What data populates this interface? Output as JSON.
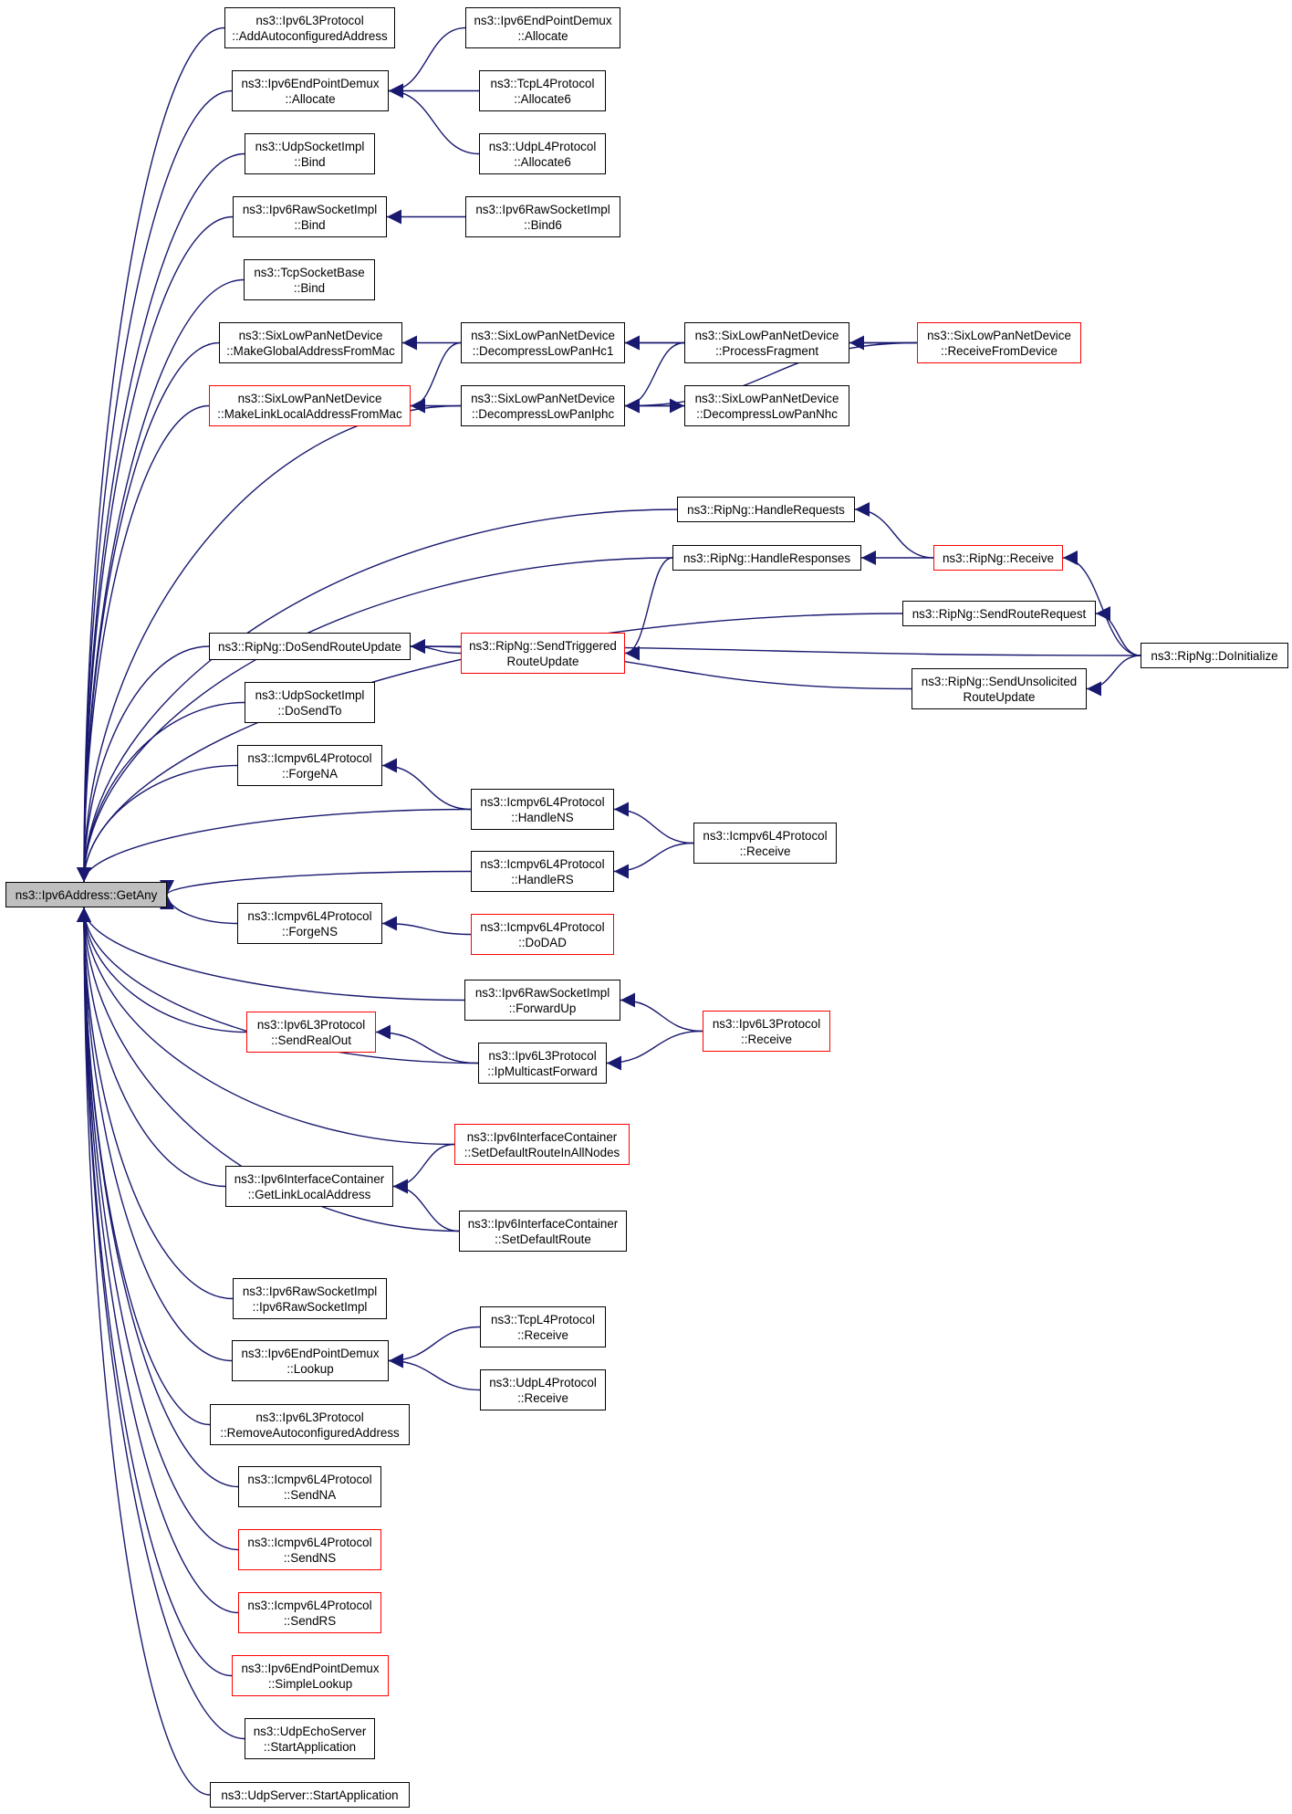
{
  "diagram": {
    "type": "doxygen-caller-graph",
    "colors": {
      "edge": "#191970",
      "node_border": "#000000",
      "node_border_incomplete": "#ff0000",
      "root_fill": "#bfbfbf"
    },
    "nodes": {
      "getany": {
        "lines": [
          "ns3::Ipv6Address::GetAny"
        ],
        "style": "root"
      },
      "l3_addauto": {
        "lines": [
          "ns3::Ipv6L3Protocol",
          "::AddAutoconfiguredAddress"
        ],
        "style": "normal"
      },
      "epd_alloc": {
        "lines": [
          "ns3::Ipv6EndPointDemux",
          "::Allocate"
        ],
        "style": "normal"
      },
      "udpsock_bind": {
        "lines": [
          "ns3::UdpSocketImpl",
          "::Bind"
        ],
        "style": "normal"
      },
      "raw_bind": {
        "lines": [
          "ns3::Ipv6RawSocketImpl",
          "::Bind"
        ],
        "style": "normal"
      },
      "tcpsock_bind": {
        "lines": [
          "ns3::TcpSocketBase",
          "::Bind"
        ],
        "style": "normal"
      },
      "slp_mkglobal": {
        "lines": [
          "ns3::SixLowPanNetDevice",
          "::MakeGlobalAddressFromMac"
        ],
        "style": "normal"
      },
      "slp_mklink": {
        "lines": [
          "ns3::SixLowPanNetDevice",
          "::MakeLinkLocalAddressFromMac"
        ],
        "style": "incomplete"
      },
      "rip_dosend": {
        "lines": [
          "ns3::RipNg::DoSendRouteUpdate"
        ],
        "style": "normal"
      },
      "udpsock_dosendto": {
        "lines": [
          "ns3::UdpSocketImpl",
          "::DoSendTo"
        ],
        "style": "normal"
      },
      "icmp_forgena": {
        "lines": [
          "ns3::Icmpv6L4Protocol",
          "::ForgeNA"
        ],
        "style": "normal"
      },
      "icmp_forgens": {
        "lines": [
          "ns3::Icmpv6L4Protocol",
          "::ForgeNS"
        ],
        "style": "normal"
      },
      "l3_sendrealout": {
        "lines": [
          "ns3::Ipv6L3Protocol",
          "::SendRealOut"
        ],
        "style": "incomplete"
      },
      "ic_getlink": {
        "lines": [
          "ns3::Ipv6InterfaceContainer",
          "::GetLinkLocalAddress"
        ],
        "style": "normal"
      },
      "raw_ctor": {
        "lines": [
          "ns3::Ipv6RawSocketImpl",
          "::Ipv6RawSocketImpl"
        ],
        "style": "normal"
      },
      "epd_lookup": {
        "lines": [
          "ns3::Ipv6EndPointDemux",
          "::Lookup"
        ],
        "style": "normal"
      },
      "l3_removeauto": {
        "lines": [
          "ns3::Ipv6L3Protocol",
          "::RemoveAutoconfiguredAddress"
        ],
        "style": "normal"
      },
      "icmp_sendna": {
        "lines": [
          "ns3::Icmpv6L4Protocol",
          "::SendNA"
        ],
        "style": "normal"
      },
      "icmp_sendns": {
        "lines": [
          "ns3::Icmpv6L4Protocol",
          "::SendNS"
        ],
        "style": "incomplete"
      },
      "icmp_sendrs": {
        "lines": [
          "ns3::Icmpv6L4Protocol",
          "::SendRS"
        ],
        "style": "incomplete"
      },
      "epd_simplelookup": {
        "lines": [
          "ns3::Ipv6EndPointDemux",
          "::SimpleLookup"
        ],
        "style": "incomplete"
      },
      "echo_start": {
        "lines": [
          "ns3::UdpEchoServer",
          "::StartApplication"
        ],
        "style": "normal"
      },
      "udpserver_start": {
        "lines": [
          "ns3::UdpServer::StartApplication"
        ],
        "style": "normal"
      },
      "epd_alloc2": {
        "lines": [
          "ns3::Ipv6EndPointDemux",
          "::Allocate"
        ],
        "style": "normal"
      },
      "tcp_alloc6": {
        "lines": [
          "ns3::TcpL4Protocol",
          "::Allocate6"
        ],
        "style": "normal"
      },
      "udp_alloc6": {
        "lines": [
          "ns3::UdpL4Protocol",
          "::Allocate6"
        ],
        "style": "normal"
      },
      "raw_bind6": {
        "lines": [
          "ns3::Ipv6RawSocketImpl",
          "::Bind6"
        ],
        "style": "normal"
      },
      "slp_hc1": {
        "lines": [
          "ns3::SixLowPanNetDevice",
          "::DecompressLowPanHc1"
        ],
        "style": "normal"
      },
      "slp_iphc": {
        "lines": [
          "ns3::SixLowPanNetDevice",
          "::DecompressLowPanIphc"
        ],
        "style": "normal"
      },
      "slp_frag": {
        "lines": [
          "ns3::SixLowPanNetDevice",
          "::ProcessFragment"
        ],
        "style": "normal"
      },
      "slp_nhc": {
        "lines": [
          "ns3::SixLowPanNetDevice",
          "::DecompressLowPanNhc"
        ],
        "style": "normal"
      },
      "slp_recv": {
        "lines": [
          "ns3::SixLowPanNetDevice",
          "::ReceiveFromDevice"
        ],
        "style": "incomplete"
      },
      "rip_hreq": {
        "lines": [
          "ns3::RipNg::HandleRequests"
        ],
        "style": "normal"
      },
      "rip_hresp": {
        "lines": [
          "ns3::RipNg::HandleResponses"
        ],
        "style": "normal"
      },
      "rip_recv": {
        "lines": [
          "ns3::RipNg::Receive"
        ],
        "style": "incomplete"
      },
      "rip_sendreq": {
        "lines": [
          "ns3::RipNg::SendRouteRequest"
        ],
        "style": "normal"
      },
      "rip_trig": {
        "lines": [
          "ns3::RipNg::SendTriggered",
          "RouteUpdate"
        ],
        "style": "incomplete"
      },
      "rip_init": {
        "lines": [
          "ns3::RipNg::DoInitialize"
        ],
        "style": "normal"
      },
      "rip_unsol": {
        "lines": [
          "ns3::RipNg::SendUnsolicited",
          "RouteUpdate"
        ],
        "style": "normal"
      },
      "icmp_hns": {
        "lines": [
          "ns3::Icmpv6L4Protocol",
          "::HandleNS"
        ],
        "style": "normal"
      },
      "icmp_recv": {
        "lines": [
          "ns3::Icmpv6L4Protocol",
          "::Receive"
        ],
        "style": "normal"
      },
      "icmp_hrs": {
        "lines": [
          "ns3::Icmpv6L4Protocol",
          "::HandleRS"
        ],
        "style": "normal"
      },
      "icmp_dodad": {
        "lines": [
          "ns3::Icmpv6L4Protocol",
          "::DoDAD"
        ],
        "style": "incomplete"
      },
      "raw_fwdup": {
        "lines": [
          "ns3::Ipv6RawSocketImpl",
          "::ForwardUp"
        ],
        "style": "normal"
      },
      "l3_recv": {
        "lines": [
          "ns3::Ipv6L3Protocol",
          "::Receive"
        ],
        "style": "incomplete"
      },
      "l3_ipmfwd": {
        "lines": [
          "ns3::Ipv6L3Protocol",
          "::IpMulticastForward"
        ],
        "style": "normal"
      },
      "ic_setdefall": {
        "lines": [
          "ns3::Ipv6InterfaceContainer",
          "::SetDefaultRouteInAllNodes"
        ],
        "style": "incomplete"
      },
      "ic_setdef": {
        "lines": [
          "ns3::Ipv6InterfaceContainer",
          "::SetDefaultRoute"
        ],
        "style": "normal"
      },
      "tcp_recv": {
        "lines": [
          "ns3::TcpL4Protocol",
          "::Receive"
        ],
        "style": "normal"
      },
      "udp_recv": {
        "lines": [
          "ns3::UdpL4Protocol",
          "::Receive"
        ],
        "style": "normal"
      }
    },
    "edges": [
      [
        "l3_addauto",
        "getany"
      ],
      [
        "epd_alloc",
        "getany"
      ],
      [
        "udpsock_bind",
        "getany"
      ],
      [
        "raw_bind",
        "getany"
      ],
      [
        "tcpsock_bind",
        "getany"
      ],
      [
        "slp_mkglobal",
        "getany"
      ],
      [
        "slp_mklink",
        "getany"
      ],
      [
        "slp_iphc",
        "getany"
      ],
      [
        "rip_hreq",
        "getany"
      ],
      [
        "rip_hresp",
        "getany"
      ],
      [
        "rip_sendreq",
        "getany"
      ],
      [
        "rip_dosend",
        "getany"
      ],
      [
        "udpsock_dosendto",
        "getany"
      ],
      [
        "icmp_forgena",
        "getany"
      ],
      [
        "icmp_hns",
        "getany"
      ],
      [
        "icmp_hrs",
        "getany"
      ],
      [
        "icmp_forgens",
        "getany"
      ],
      [
        "raw_fwdup",
        "getany"
      ],
      [
        "l3_sendrealout",
        "getany"
      ],
      [
        "l3_ipmfwd",
        "getany"
      ],
      [
        "ic_setdefall",
        "getany"
      ],
      [
        "ic_getlink",
        "getany"
      ],
      [
        "ic_setdef",
        "getany"
      ],
      [
        "raw_ctor",
        "getany"
      ],
      [
        "epd_lookup",
        "getany"
      ],
      [
        "l3_removeauto",
        "getany"
      ],
      [
        "icmp_sendna",
        "getany"
      ],
      [
        "icmp_sendns",
        "getany"
      ],
      [
        "icmp_sendrs",
        "getany"
      ],
      [
        "epd_simplelookup",
        "getany"
      ],
      [
        "echo_start",
        "getany"
      ],
      [
        "udpserver_start",
        "getany"
      ],
      [
        "epd_alloc2",
        "epd_alloc"
      ],
      [
        "tcp_alloc6",
        "epd_alloc"
      ],
      [
        "udp_alloc6",
        "epd_alloc"
      ],
      [
        "raw_bind6",
        "raw_bind"
      ],
      [
        "slp_hc1",
        "slp_mkglobal"
      ],
      [
        "slp_hc1",
        "slp_mklink"
      ],
      [
        "slp_iphc",
        "slp_mklink"
      ],
      [
        "slp_frag",
        "slp_hc1"
      ],
      [
        "slp_recv",
        "slp_hc1"
      ],
      [
        "slp_recv",
        "slp_frag"
      ],
      [
        "slp_frag",
        "slp_iphc"
      ],
      [
        "slp_nhc",
        "slp_iphc"
      ],
      [
        "slp_iphc",
        "slp_nhc"
      ],
      [
        "slp_recv",
        "slp_iphc"
      ],
      [
        "rip_recv",
        "rip_hreq"
      ],
      [
        "rip_recv",
        "rip_hresp"
      ],
      [
        "rip_init",
        "rip_recv"
      ],
      [
        "rip_init",
        "rip_sendreq"
      ],
      [
        "rip_init",
        "rip_unsol"
      ],
      [
        "rip_hresp",
        "rip_trig"
      ],
      [
        "rip_trig",
        "rip_dosend"
      ],
      [
        "rip_unsol",
        "rip_dosend"
      ],
      [
        "rip_init",
        "rip_dosend"
      ],
      [
        "icmp_hns",
        "icmp_forgena"
      ],
      [
        "icmp_recv",
        "icmp_hns"
      ],
      [
        "icmp_recv",
        "icmp_hrs"
      ],
      [
        "icmp_dodad",
        "icmp_forgens"
      ],
      [
        "l3_recv",
        "raw_fwdup"
      ],
      [
        "l3_recv",
        "l3_ipmfwd"
      ],
      [
        "l3_ipmfwd",
        "l3_sendrealout"
      ],
      [
        "ic_setdefall",
        "ic_getlink"
      ],
      [
        "ic_setdef",
        "ic_getlink"
      ],
      [
        "tcp_recv",
        "epd_lookup"
      ],
      [
        "udp_recv",
        "epd_lookup"
      ]
    ]
  }
}
